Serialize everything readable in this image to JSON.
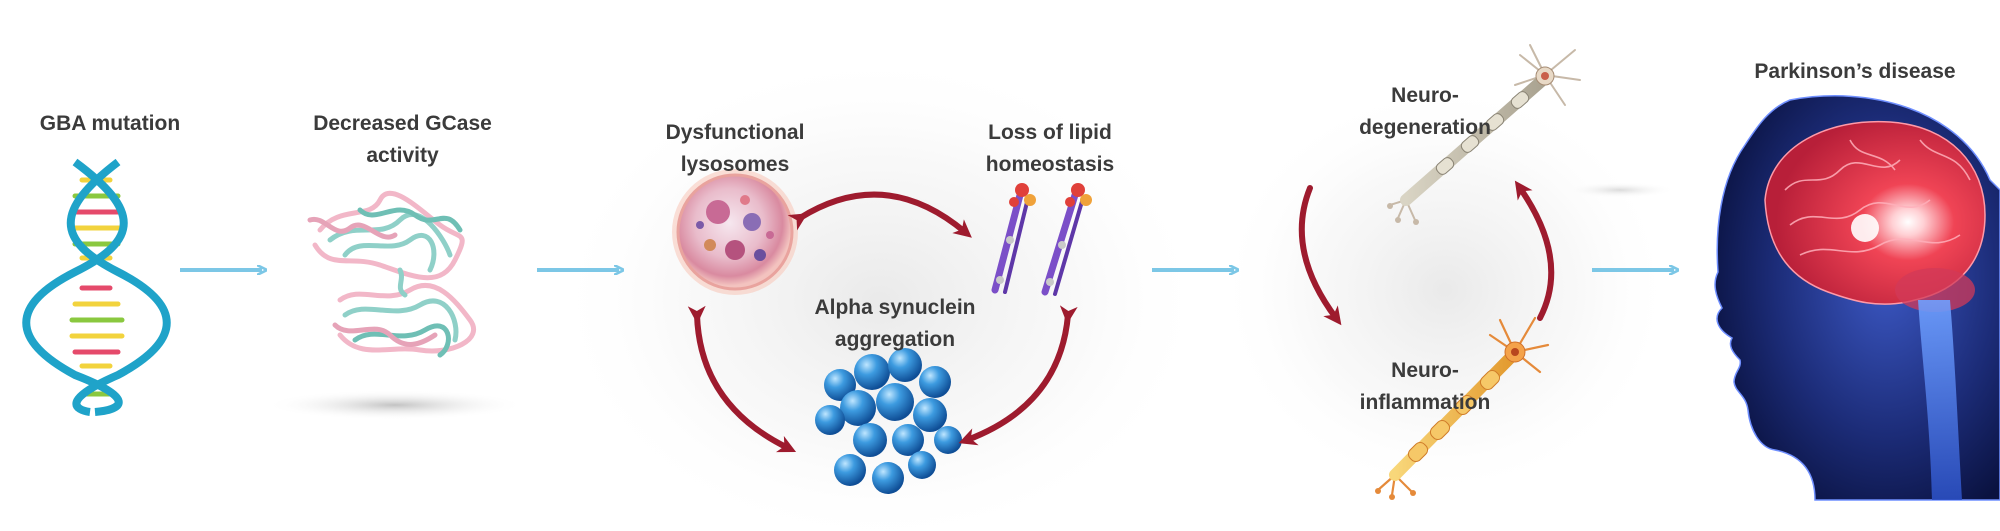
{
  "labels": {
    "gba": "GBA mutation",
    "gcase_l1": "Decreased GCase",
    "gcase_l2": "activity",
    "lyso_l1": "Dysfunctional",
    "lyso_l2": "lysosomes",
    "lipid_l1": "Loss of lipid",
    "lipid_l2": "homeostasis",
    "alpha_l1": "Alpha synuclein",
    "alpha_l2": "aggregation",
    "neurodeg_l1": "Neuro-",
    "neurodeg_l2": "degeneration",
    "neuroinf_l1": "Neuro-",
    "neuroinf_l2": "inflammation",
    "pd": "Parkinson’s disease"
  },
  "colors": {
    "flow_arrow": "#7cc7e6",
    "cycle_arrow": "#9e1b2e",
    "label_text": "#3b3b3b",
    "dna_blue": "#1fa3c9",
    "brain_red": "#e83a4a",
    "head_blue": "#2a3f9e"
  },
  "icons": [
    "dna-helix-icon",
    "protein-structure-icon",
    "lysosome-cell-icon",
    "lipid-molecules-icon",
    "protein-aggregate-icon",
    "neuron-icon",
    "inflamed-neuron-icon",
    "brain-head-icon"
  ]
}
